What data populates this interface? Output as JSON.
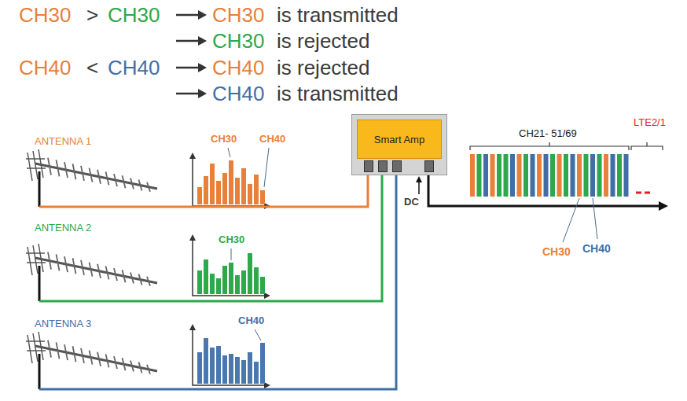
{
  "diagram": {
    "nodes": [
      {
        "text": [
          "ANTENNA 1"
        ]
      },
      {
        "text": [
          "ANTENNA 2"
        ]
      },
      {
        "text": [
          "ANTENNA 3"
        ]
      },
      {
        "text": [
          "Smart Amp"
        ]
      }
    ],
    "edges": [
      {
        "from": 0,
        "to": 3,
        "arrow": "none"
      },
      {
        "from": 1,
        "to": 3,
        "arrow": "none"
      },
      {
        "from": 2,
        "to": 3,
        "arrow": "none"
      }
    ],
    "labels": [
      "CH30",
      ">",
      "CH30",
      "CH30",
      "is transmitted",
      "CH30",
      "is rejected",
      "CH40",
      "<",
      "CH40",
      "CH40",
      "is rejected",
      "CH40",
      "is transmitted",
      "CH30",
      "CH40",
      "CH30",
      "CH40",
      "DC",
      "CH21- 51/69",
      "LTE2/1",
      "CH30",
      "CH40"
    ]
  }
}
